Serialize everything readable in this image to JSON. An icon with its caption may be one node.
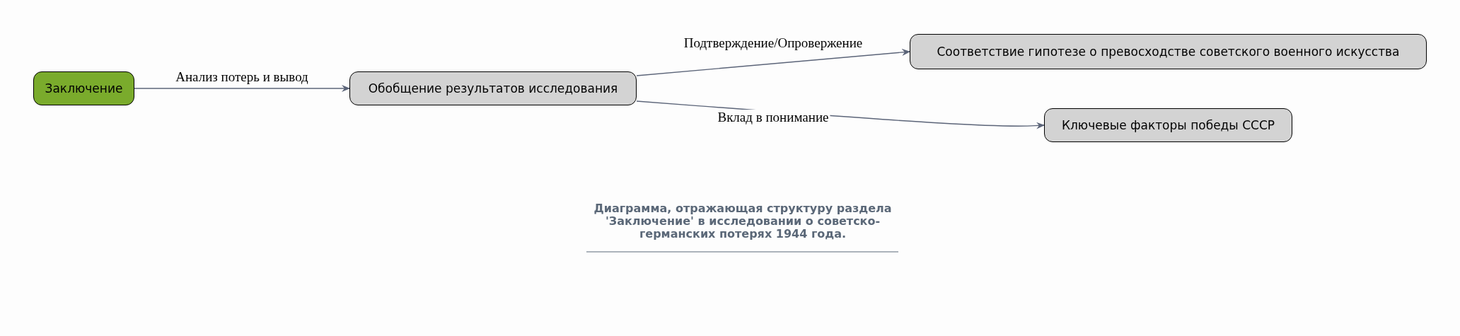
{
  "diagram": {
    "caption": "Диаграмма, отражающая структуру раздела 'Заключение' в исследовании о советско-германских потерях 1944 года.",
    "nodes": [
      {
        "text": [
          "Заключение"
        ]
      },
      {
        "text": [
          "Обобщение результатов исследования"
        ]
      },
      {
        "text": [
          "Соответствие гипотезе о превосходстве советского военного искусства"
        ]
      },
      {
        "text": [
          "Ключевые факторы победы СССР"
        ]
      }
    ],
    "edges": [
      {
        "from": 0,
        "to": 1,
        "arrow": "to",
        "label": "Анализ потерь и вывод"
      },
      {
        "from": 1,
        "to": 2,
        "arrow": "to",
        "label": "Подтверждение/Опровержение"
      },
      {
        "from": 1,
        "to": 3,
        "arrow": "to",
        "label": "Вклад в понимание"
      }
    ]
  }
}
